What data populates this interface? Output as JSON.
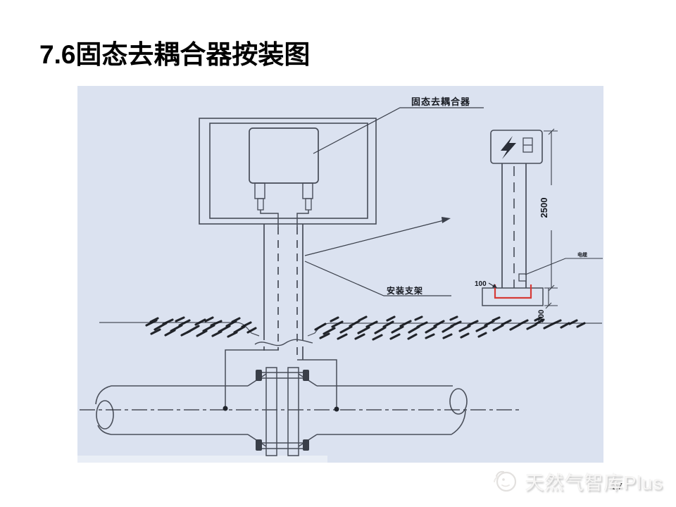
{
  "slide": {
    "title": "7.6固态去耦合器按装图",
    "page_number": "27",
    "watermark_text": "天然气智库Plus"
  },
  "diagram": {
    "labels": {
      "decoupler_label": "固态去耦合器",
      "bracket_label": "安装支架",
      "cable_label": "电缆",
      "height_dim": "2500",
      "offset_dim": "100",
      "base_dim": "300"
    }
  }
}
